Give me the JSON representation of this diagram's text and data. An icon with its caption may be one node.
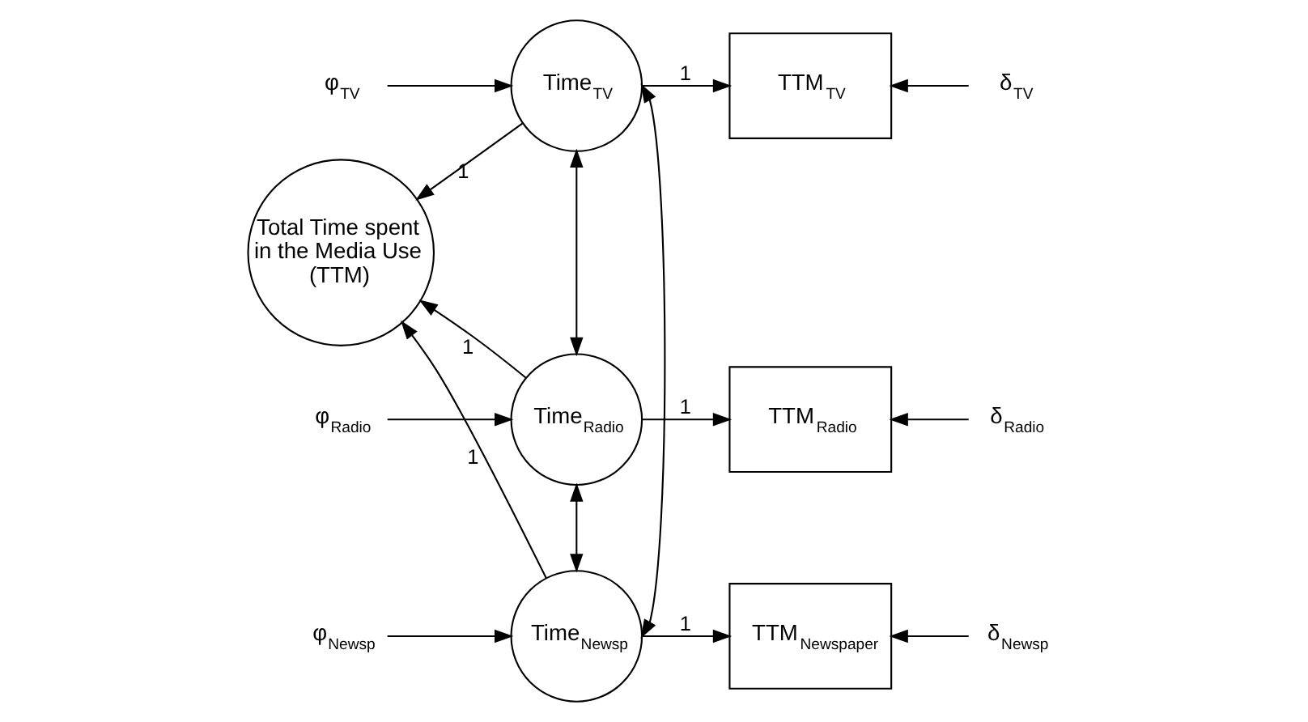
{
  "diagram": {
    "nodes": [
      {
        "text": [
          "Total Time spent in the Media Use (TTM)"
        ]
      },
      {
        "text": [
          "φ$_{TV}$"
        ]
      },
      {
        "text": [
          "Time$_{TV}$"
        ]
      },
      {
        "text": [
          "TTM$_{TV}$"
        ]
      },
      {
        "text": [
          "δ$_{TV}$"
        ]
      },
      {
        "text": [
          "φ$_{Radio}$"
        ]
      },
      {
        "text": [
          "Time$_{Radio}$"
        ]
      },
      {
        "text": [
          "TTM$_{Radio}$"
        ]
      },
      {
        "text": [
          "δ$_{Radio}$"
        ]
      },
      {
        "text": [
          "φ$_{Newsp}$"
        ]
      },
      {
        "text": [
          "Time$_{Newsp}$"
        ]
      },
      {
        "text": [
          "TTM$_{Newspaper}$"
        ]
      },
      {
        "text": [
          "δ$_{Newsp}$"
        ]
      }
    ],
    "edges": [
      {
        "from": 2,
        "to": 0,
        "arrow": "to",
        "label": "1"
      },
      {
        "from": 6,
        "to": 0,
        "arrow": "to",
        "label": "1"
      },
      {
        "from": 10,
        "to": 0,
        "arrow": "to",
        "label": "1"
      },
      {
        "from": 1,
        "to": 2,
        "arrow": "to"
      },
      {
        "from": 5,
        "to": 6,
        "arrow": "to"
      },
      {
        "from": 9,
        "to": 10,
        "arrow": "to"
      },
      {
        "from": 2,
        "to": 3,
        "arrow": "to",
        "label": "1"
      },
      {
        "from": 6,
        "to": 7,
        "arrow": "to",
        "label": "1"
      },
      {
        "from": 10,
        "to": 11,
        "arrow": "to",
        "label": "1"
      },
      {
        "from": 4,
        "to": 3,
        "arrow": "to"
      },
      {
        "from": 8,
        "to": 7,
        "arrow": "to"
      },
      {
        "from": 12,
        "to": 11,
        "arrow": "to"
      },
      {
        "from": 2,
        "to": 6,
        "arrow": "both"
      },
      {
        "from": 6,
        "to": 10,
        "arrow": "both"
      },
      {
        "from": 2,
        "to": 10,
        "arrow": "both"
      }
    ]
  }
}
